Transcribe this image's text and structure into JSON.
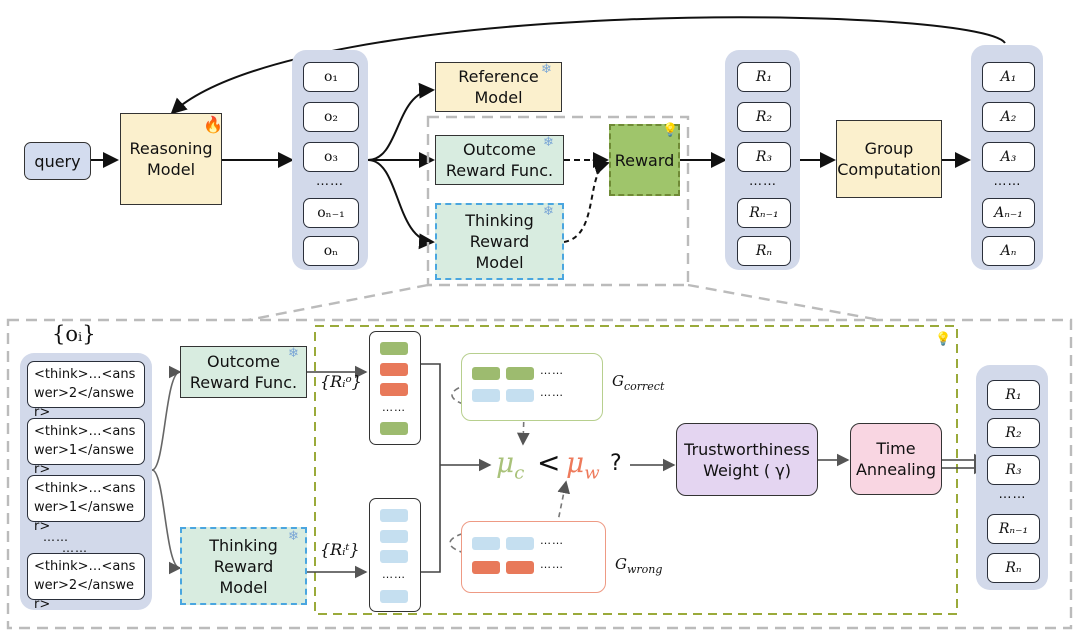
{
  "top": {
    "query": "query",
    "reasoning_model": [
      "Reasoning",
      "Model"
    ],
    "outputs": [
      "o₁",
      "o₂",
      "o₃",
      "……",
      "oₙ₋₁",
      "oₙ"
    ],
    "reference_model": [
      "Reference",
      "Model"
    ],
    "outcome_reward": [
      "Outcome",
      "Reward Func."
    ],
    "thinking_reward": [
      "Thinking",
      "Reward",
      "Model"
    ],
    "reward": "Reward",
    "rewards": [
      "R₁",
      "R₂",
      "R₃",
      "……",
      "Rₙ₋₁",
      "Rₙ"
    ],
    "group_computation": [
      "Group",
      "Computation"
    ],
    "advantages": [
      "A₁",
      "A₂",
      "A₃",
      "……",
      "Aₙ₋₁",
      "Aₙ"
    ]
  },
  "bottom": {
    "outputs_label": "{oᵢ}",
    "think_items": [
      "<think>…<answer>2</answer>",
      "<think>…<answer>1</answer>",
      "<think>…<answer>1</answer>",
      "<think>…<answer>2</answer>"
    ],
    "think_dots": "……",
    "think_dots2": "……",
    "outcome_reward": [
      "Outcome",
      "Reward Func."
    ],
    "thinking_reward": [
      "Thinking",
      "Reward",
      "Model"
    ],
    "ro_label": "{Rᵢᵒ}",
    "rt_label": "{Rᵢᵗ}",
    "col_dots": "……",
    "g_correct": "G",
    "g_correct_sub": "correct",
    "g_wrong": "G",
    "g_wrong_sub": "wrong",
    "group_dots": "……",
    "mu_c": "μ",
    "mu_c_sub": "c",
    "lt": "<",
    "mu_w": "μ",
    "mu_w_sub": "w",
    "q": "?",
    "trust_weight": [
      "Trustworthiness",
      "Weight ( γ)"
    ],
    "time_annealing": [
      "Time",
      "Annealing"
    ],
    "rewards": [
      "R₁",
      "R₂",
      "R₃",
      "……",
      "Rₙ₋₁",
      "Rₙ"
    ]
  },
  "icons": {
    "snowflake": "snowflake-icon",
    "fire": "fire-icon",
    "bulb": "lightbulb-icon"
  },
  "colors": {
    "panel": "#d2d9ea",
    "yellow": "#fbf0cd",
    "green": "#d8ece0",
    "reward_green": "#9fc56b",
    "blue_dash": "#4aa6e0",
    "olive_dash": "#9aaa3a",
    "purple": "#e4d5f1",
    "pink": "#f9d6e2",
    "mu_c": "#a9c27a",
    "mu_w": "#ee7a5b"
  }
}
